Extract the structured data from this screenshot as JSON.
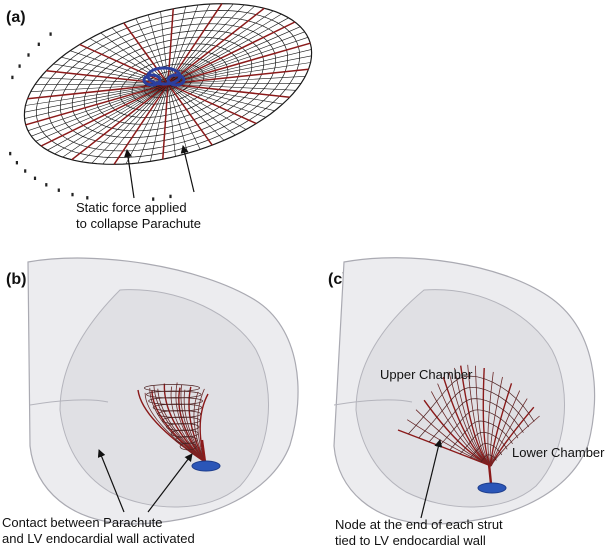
{
  "panels": {
    "a": {
      "label": "(a)",
      "caption_line1": "Static force applied",
      "caption_line2": "to collapse Parachute"
    },
    "b": {
      "label": "(b)",
      "caption_line1": "Contact between Parachute",
      "caption_line2": "and LV endocardial wall activated"
    },
    "c": {
      "label": "(c)",
      "upper_chamber": "Upper Chamber",
      "lower_chamber": "Lower Chamber",
      "caption_line1": "Node at the end of each strut",
      "caption_line2": "tied to LV endocardial wall"
    }
  },
  "colors": {
    "mesh": "#1a1a1a",
    "strut": "#8b1a1a",
    "foot": "#2b3f9e",
    "wall_fill": "#e6e6ea",
    "wall_stroke": "#a8a8b0"
  }
}
